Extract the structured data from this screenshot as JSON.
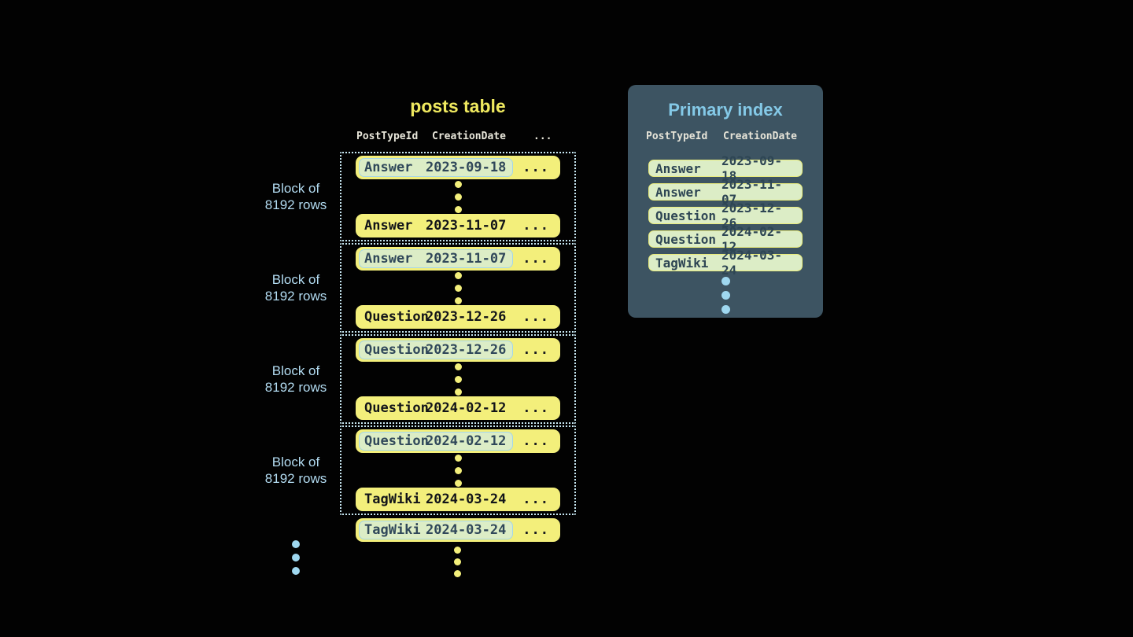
{
  "colors": {
    "background": "#020202",
    "row_yellow": "#f3ef7b",
    "title_yellow": "#efe95f",
    "highlight_green": "#dcedc6",
    "highlight_border_cyan": "#a5d6e8",
    "index_border_yellow": "#e9ec7c",
    "panel_slate": "#3d5462",
    "panel_title_blue": "#84c9e7",
    "label_blue": "#b3dcf2",
    "header_offwhite": "#e8e6da",
    "dark_text": "#30485a"
  },
  "posts_table": {
    "title": "posts table",
    "headers": {
      "type": "PostTypeId",
      "date": "CreationDate",
      "more": "..."
    },
    "block_label": {
      "line1": "Block of",
      "line2": "8192 rows"
    },
    "ellipsis": "...",
    "blocks": [
      {
        "first": {
          "type": "Answer",
          "date": "2023-09-18"
        },
        "last": {
          "type": "Answer",
          "date": "2023-11-07"
        }
      },
      {
        "first": {
          "type": "Answer",
          "date": "2023-11-07"
        },
        "last": {
          "type": "Question",
          "date": "2023-12-26"
        }
      },
      {
        "first": {
          "type": "Question",
          "date": "2023-12-26"
        },
        "last": {
          "type": "Question",
          "date": "2024-02-12"
        }
      },
      {
        "first": {
          "type": "Question",
          "date": "2024-02-12"
        },
        "last": {
          "type": "TagWiki",
          "date": "2024-03-24"
        }
      }
    ],
    "tail_row": {
      "type": "TagWiki",
      "date": "2024-03-24"
    }
  },
  "primary_index": {
    "title": "Primary index",
    "headers": {
      "type": "PostTypeId",
      "date": "CreationDate"
    },
    "rows": [
      {
        "type": "Answer",
        "date": "2023-09-18"
      },
      {
        "type": "Answer",
        "date": "2023-11-07"
      },
      {
        "type": "Question",
        "date": "2023-12-26"
      },
      {
        "type": "Question",
        "date": "2024-02-12"
      },
      {
        "type": "TagWiki",
        "date": "2024-03-24"
      }
    ]
  }
}
